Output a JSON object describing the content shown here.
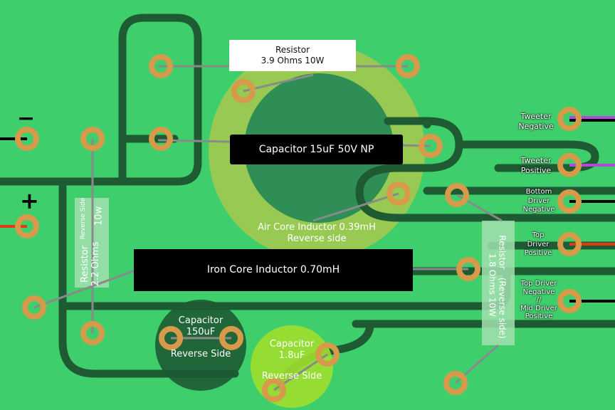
{
  "labels": {
    "resistor_top": [
      "Resistor",
      "3.9 Ohms 10W"
    ],
    "capacitor_np": "Capacitor 15uF 50V NP",
    "air_core": [
      "Air Core Inductor 0.39mH",
      "Reverse side"
    ],
    "iron_core": "Iron Core Inductor 0.70mH",
    "cap_150": [
      "Capacitor",
      "150uF",
      "Reverse Side"
    ],
    "cap_18": [
      "Capacitor",
      "1.8uF",
      "Reverse Side"
    ],
    "resistor_left": [
      "Resistor",
      "2.2 Ohms",
      "Reverse Side",
      "10w"
    ],
    "resistor_right": [
      "Resistor",
      "1.8 Ohms 10W",
      "(Reverse side)"
    ],
    "terminals": {
      "tweeter_negative": [
        "Tweeter",
        "Negative"
      ],
      "tweeter_positive": [
        "Tweeter",
        "Positive"
      ],
      "bottom_driver_negative": [
        "Bottom",
        "Driver",
        "Negative"
      ],
      "top_driver_positive": [
        "Top",
        "Driver",
        "Positive"
      ],
      "top_mid": [
        "Top Driver",
        "Negative",
        "//",
        "Mid Driver",
        "Positive"
      ]
    },
    "minus": "−",
    "plus": "+"
  },
  "colors": {
    "board": "#3ecf6c",
    "trace": "#1e5a32",
    "pad": "#d79a4a",
    "leg": "#8a8a8a",
    "air_core_ring": "#a8c84f",
    "air_core_center": "#2e8e56",
    "cap150": "#1d5a34",
    "cap18": "#9fde2e",
    "resistor_box": "#a3e0b0",
    "wire_red": "#e23a14",
    "wire_black": "#000000",
    "wire_purple": "#b04ad8"
  }
}
